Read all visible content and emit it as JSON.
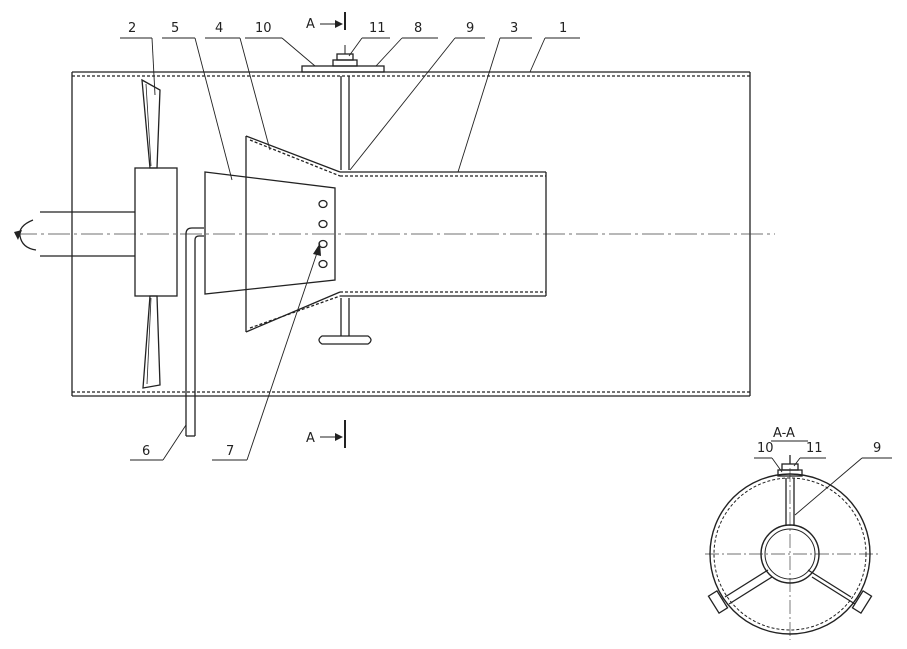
{
  "drawing": {
    "callouts": [
      "2",
      "5",
      "4",
      "10",
      "11",
      "8",
      "9",
      "3",
      "1",
      "6",
      "7"
    ],
    "section_marks": [
      "A",
      "A"
    ],
    "section_view": {
      "title": "A-A",
      "callouts": [
        "10",
        "11",
        "9"
      ]
    }
  }
}
